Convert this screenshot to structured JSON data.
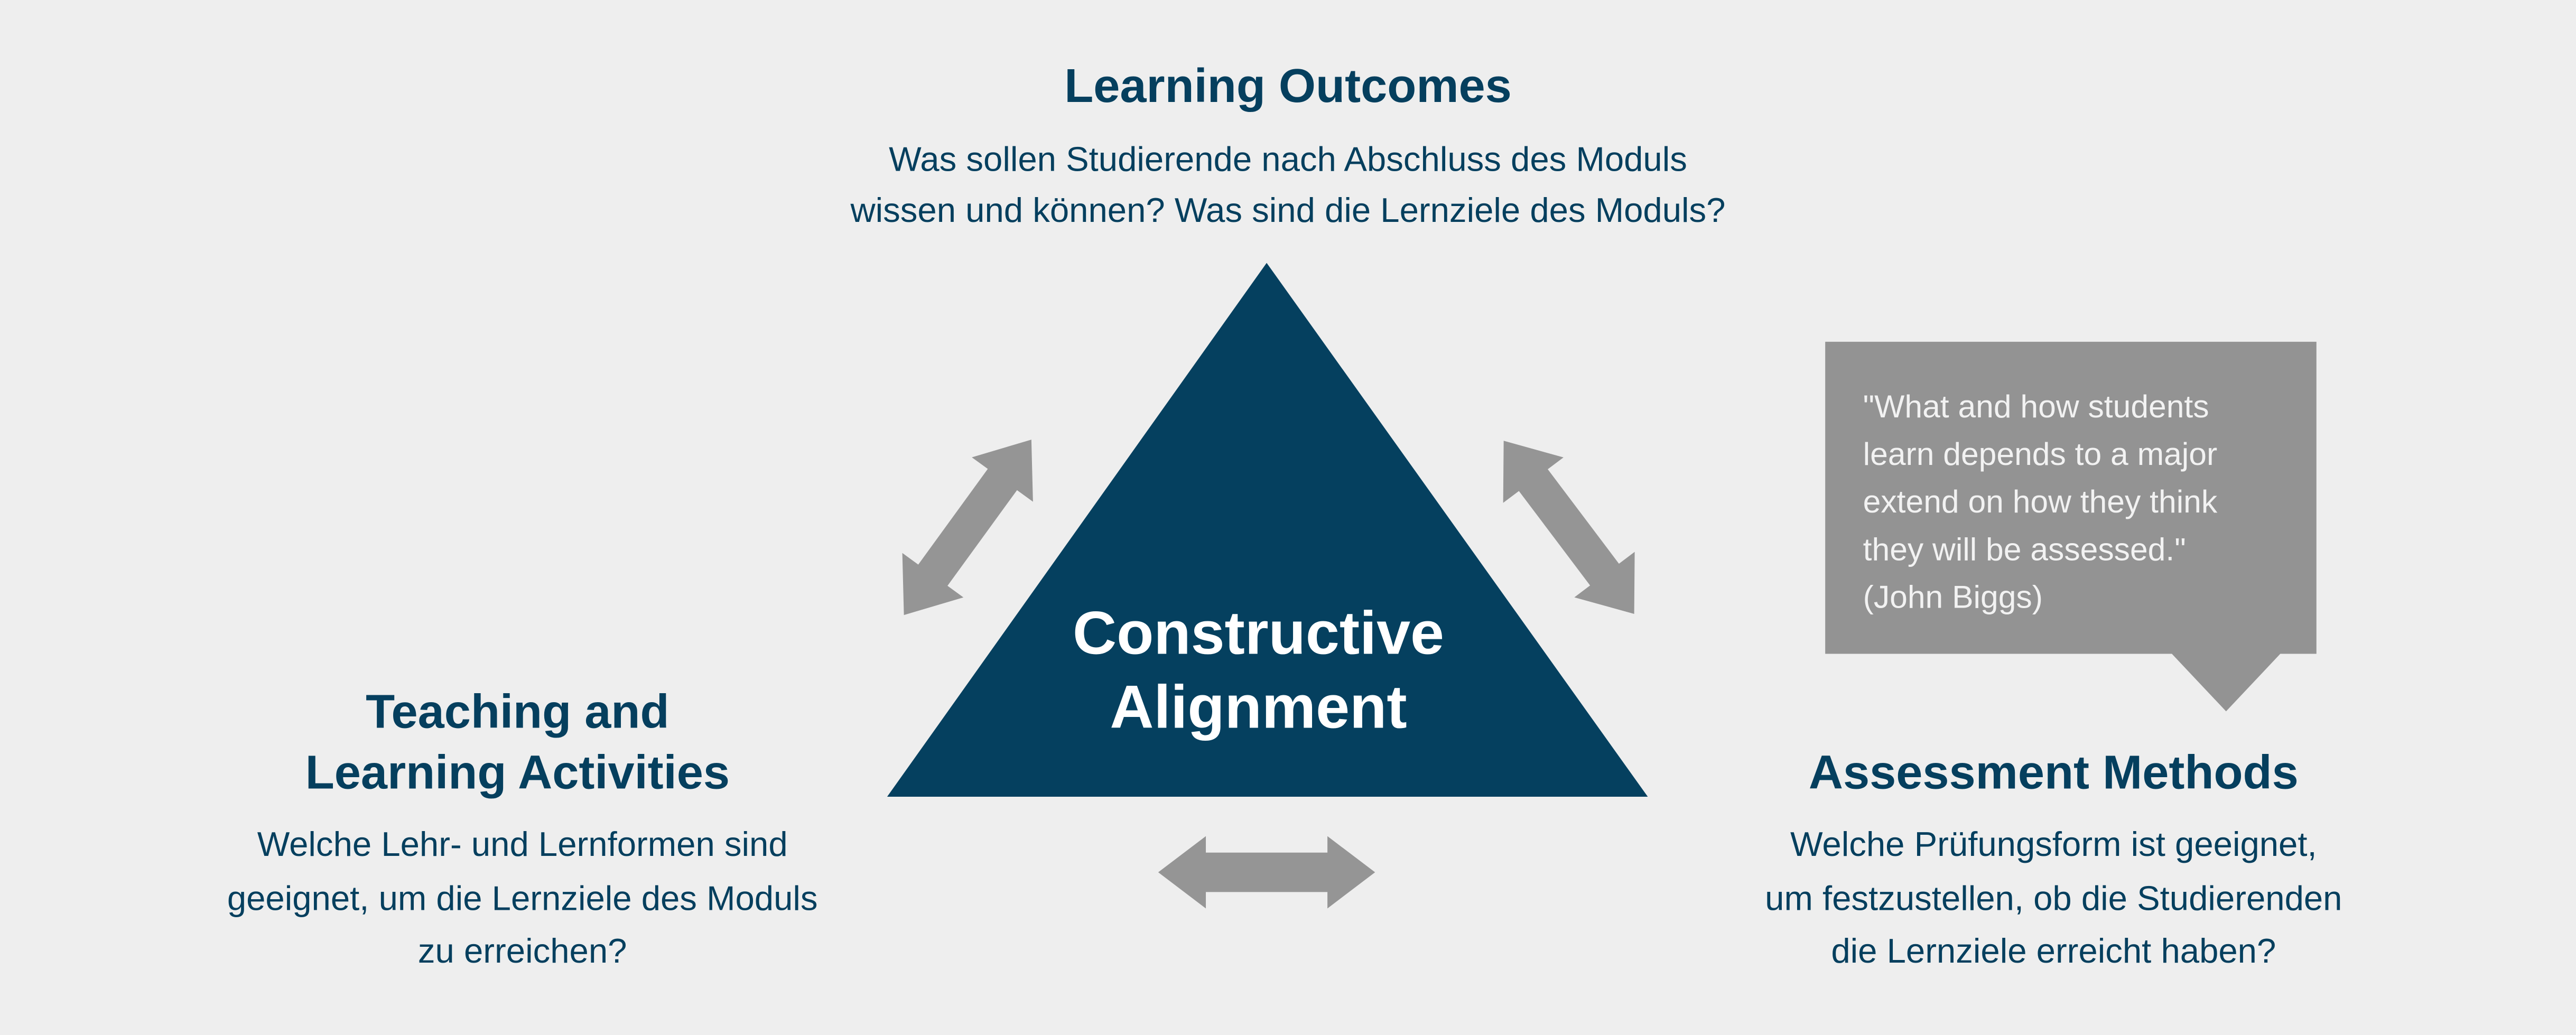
{
  "colors": {
    "navy": "#05405f",
    "arrow_gray": "#959595",
    "quote_gray": "#939393",
    "background": "#eeeeee"
  },
  "learning_outcomes": {
    "title": "Learning Outcomes",
    "lines": [
      "Was sollen Studierende nach Abschluss des Moduls",
      "wissen und können? Was sind die Lernziele des Moduls?"
    ]
  },
  "center": {
    "lines": [
      "Constructive",
      "Alignment"
    ]
  },
  "teaching": {
    "title_lines": [
      "Teaching and",
      "Learning Activities"
    ],
    "lines": [
      "Welche Lehr- und Lernformen sind",
      "geeignet, um die Lernziele des Moduls",
      "zu erreichen?"
    ]
  },
  "assessment": {
    "title": "Assessment Methods",
    "lines": [
      "Welche Prüfungsform ist geeignet,",
      "um festzustellen, ob die Studierenden",
      "die Lernziele erreicht haben?"
    ]
  },
  "quote": {
    "lines": [
      "\"What and how students",
      "learn depends to a major",
      "extend on how they think",
      "they will be assessed.\"",
      "(John Biggs)"
    ]
  },
  "icons": [
    "double-arrow-icon",
    "double-arrow-icon",
    "double-arrow-icon",
    "triangle-shape",
    "speech-bubble-shape"
  ]
}
